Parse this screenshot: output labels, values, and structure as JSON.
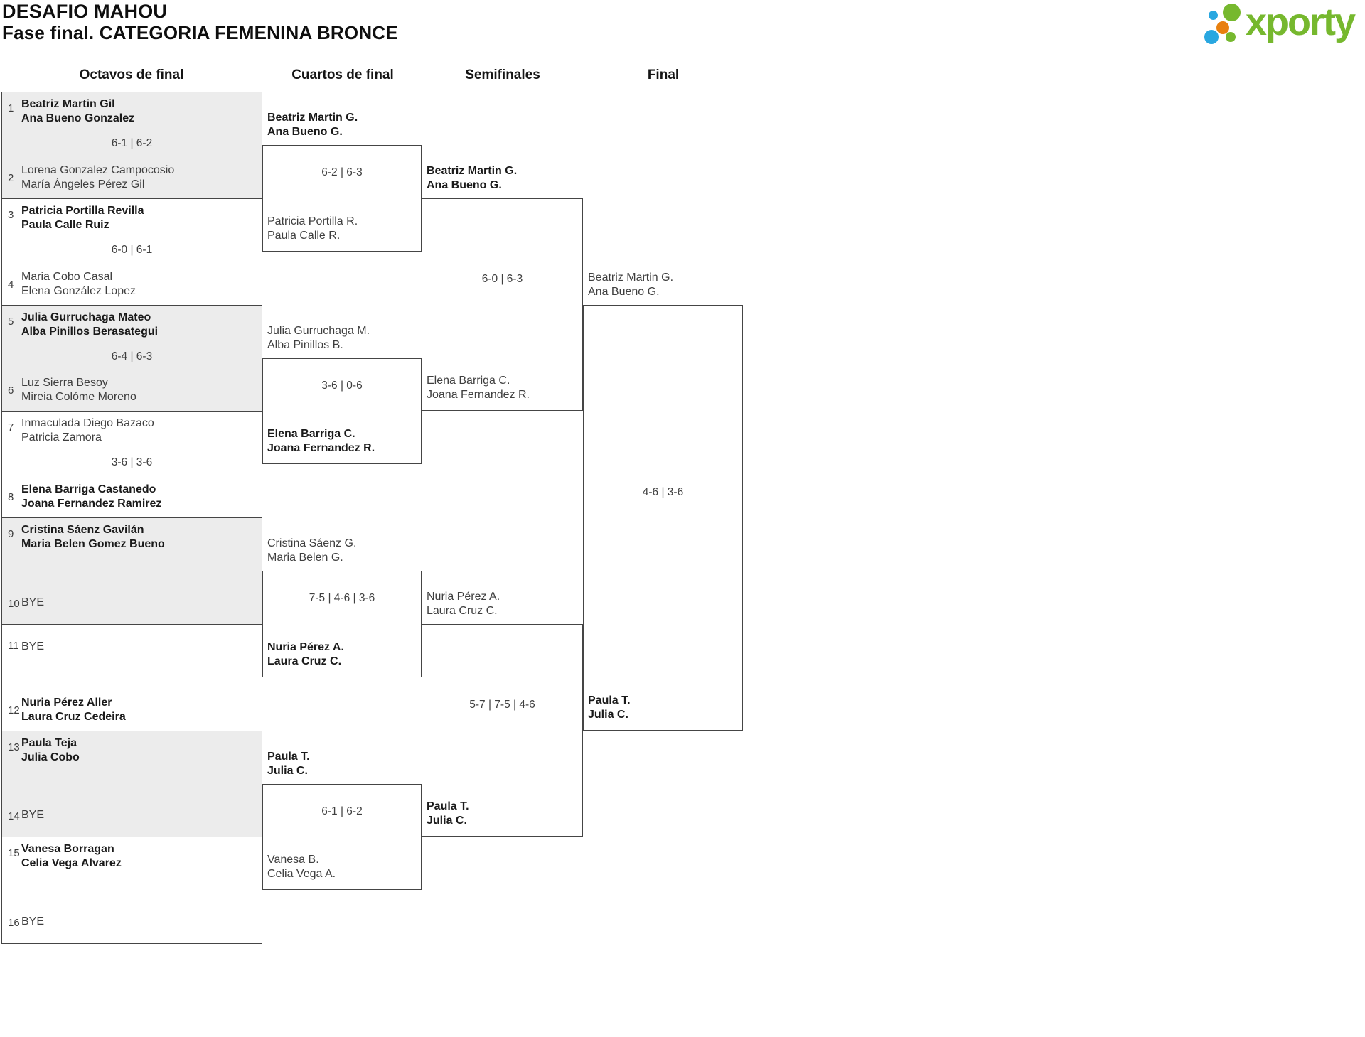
{
  "title": {
    "line1": "DESAFIO MAHOU",
    "line2": "Fase final. CATEGORIA FEMENINA BRONCE"
  },
  "logo": {
    "text": "xporty"
  },
  "colors": {
    "brand_green": "#76b82e",
    "brand_blue": "#29a7e0",
    "brand_orange": "#e8800f",
    "row_shaded": "#ececec",
    "line": "#454545",
    "text": "#3f3f3f",
    "text_winner": "#1a1a1a"
  },
  "rounds": [
    {
      "label": "Octavos de final"
    },
    {
      "label": "Cuartos de final"
    },
    {
      "label": "Semifinales"
    },
    {
      "label": "Final"
    }
  ],
  "round1_matches": [
    {
      "shaded": true,
      "top": {
        "seed": "1",
        "lines": [
          "Beatriz Martin Gil",
          "Ana Bueno Gonzalez"
        ],
        "bold": true,
        "bye": false
      },
      "score": "6-1 | 6-2",
      "bottom": {
        "seed": "2",
        "lines": [
          "Lorena Gonzalez Campocosio",
          "María Ángeles Pérez Gil"
        ],
        "bold": false,
        "bye": false
      }
    },
    {
      "shaded": false,
      "top": {
        "seed": "3",
        "lines": [
          "Patricia Portilla Revilla",
          "Paula Calle Ruiz"
        ],
        "bold": true,
        "bye": false
      },
      "score": "6-0 | 6-1",
      "bottom": {
        "seed": "4",
        "lines": [
          "Maria Cobo Casal",
          "Elena González Lopez"
        ],
        "bold": false,
        "bye": false
      }
    },
    {
      "shaded": true,
      "top": {
        "seed": "5",
        "lines": [
          "Julia Gurruchaga Mateo",
          "Alba Pinillos Berasategui"
        ],
        "bold": true,
        "bye": false
      },
      "score": "6-4 | 6-3",
      "bottom": {
        "seed": "6",
        "lines": [
          "Luz Sierra Besoy",
          "Mireia Colóme Moreno"
        ],
        "bold": false,
        "bye": false
      }
    },
    {
      "shaded": false,
      "top": {
        "seed": "7",
        "lines": [
          "Inmaculada Diego Bazaco",
          "Patricia Zamora"
        ],
        "bold": false,
        "bye": false
      },
      "score": "3-6 | 3-6",
      "bottom": {
        "seed": "8",
        "lines": [
          "Elena Barriga Castanedo",
          "Joana Fernandez Ramirez"
        ],
        "bold": true,
        "bye": false
      }
    },
    {
      "shaded": true,
      "top": {
        "seed": "9",
        "lines": [
          "Cristina Sáenz Gavilán",
          "Maria Belen Gomez Bueno"
        ],
        "bold": true,
        "bye": false
      },
      "score": "",
      "bottom": {
        "seed": "10",
        "lines": [
          "BYE"
        ],
        "bold": false,
        "bye": true
      }
    },
    {
      "shaded": false,
      "top": {
        "seed": "11",
        "lines": [
          "BYE"
        ],
        "bold": false,
        "bye": true
      },
      "score": "",
      "bottom": {
        "seed": "12",
        "lines": [
          "Nuria Pérez Aller",
          "Laura Cruz Cedeira"
        ],
        "bold": true,
        "bye": false
      }
    },
    {
      "shaded": true,
      "top": {
        "seed": "13",
        "lines": [
          "Paula Teja",
          "Julia Cobo"
        ],
        "bold": true,
        "bye": false
      },
      "score": "",
      "bottom": {
        "seed": "14",
        "lines": [
          "BYE"
        ],
        "bold": false,
        "bye": true
      }
    },
    {
      "shaded": false,
      "top": {
        "seed": "15",
        "lines": [
          "Vanesa Borragan",
          "Celia Vega Alvarez"
        ],
        "bold": true,
        "bye": false
      },
      "score": "",
      "bottom": {
        "seed": "16",
        "lines": [
          "BYE"
        ],
        "bold": false,
        "bye": true
      }
    }
  ],
  "later_matches": [
    {
      "round": 2,
      "slot": 0,
      "e1": {
        "lines": [
          "Beatriz Martin G.",
          "Ana Bueno G."
        ],
        "bold": true
      },
      "score": "6-2 | 6-3",
      "e2": {
        "lines": [
          "Patricia Portilla R.",
          "Paula Calle R."
        ],
        "bold": false
      }
    },
    {
      "round": 2,
      "slot": 1,
      "e1": {
        "lines": [
          "Julia Gurruchaga M.",
          "Alba Pinillos B."
        ],
        "bold": false
      },
      "score": "3-6 | 0-6",
      "e2": {
        "lines": [
          "Elena Barriga C.",
          "Joana Fernandez R."
        ],
        "bold": true
      }
    },
    {
      "round": 2,
      "slot": 2,
      "e1": {
        "lines": [
          "Cristina Sáenz G.",
          "Maria Belen G."
        ],
        "bold": false
      },
      "score": "7-5 | 4-6 | 3-6",
      "e2": {
        "lines": [
          "Nuria Pérez A.",
          "Laura Cruz C."
        ],
        "bold": true
      }
    },
    {
      "round": 2,
      "slot": 3,
      "e1": {
        "lines": [
          "Paula T.",
          "Julia C."
        ],
        "bold": true
      },
      "score": "6-1 | 6-2",
      "e2": {
        "lines": [
          "Vanesa B.",
          "Celia Vega A."
        ],
        "bold": false
      }
    },
    {
      "round": 3,
      "slot": 0,
      "e1": {
        "lines": [
          "Beatriz Martin G.",
          "Ana Bueno G."
        ],
        "bold": true
      },
      "score": "6-0 | 6-3",
      "e2": {
        "lines": [
          "Elena Barriga C.",
          "Joana Fernandez R."
        ],
        "bold": false
      }
    },
    {
      "round": 3,
      "slot": 1,
      "e1": {
        "lines": [
          "Nuria Pérez A.",
          "Laura Cruz C."
        ],
        "bold": false
      },
      "score": "5-7 | 7-5 | 4-6",
      "e2": {
        "lines": [
          "Paula T.",
          "Julia C."
        ],
        "bold": true
      }
    },
    {
      "round": 4,
      "slot": 0,
      "e1": {
        "lines": [
          "Beatriz Martin G.",
          "Ana Bueno G."
        ],
        "bold": false
      },
      "score": "4-6 | 3-6",
      "e2": {
        "lines": [
          "Paula T.",
          "Julia C."
        ],
        "bold": true
      }
    }
  ]
}
